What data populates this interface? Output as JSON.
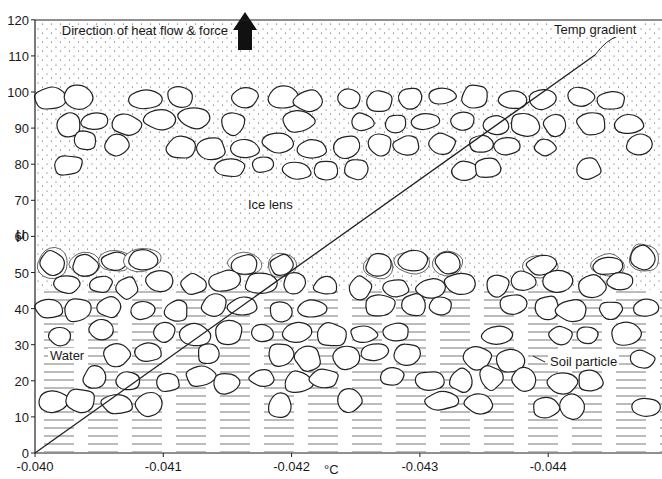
{
  "diagram": {
    "labels": [
      "Direction of heat flow & force",
      "Temp gradient",
      "Ice lens",
      "Water",
      "Soil particle",
      "120",
      "110",
      "100",
      "90",
      "80",
      "70",
      "60",
      "50",
      "40",
      "30",
      "20",
      "10",
      "0",
      "μ",
      "-0.040",
      "-0.041",
      "-0.042",
      "-0.043",
      "-0.044",
      "°C"
    ]
  }
}
